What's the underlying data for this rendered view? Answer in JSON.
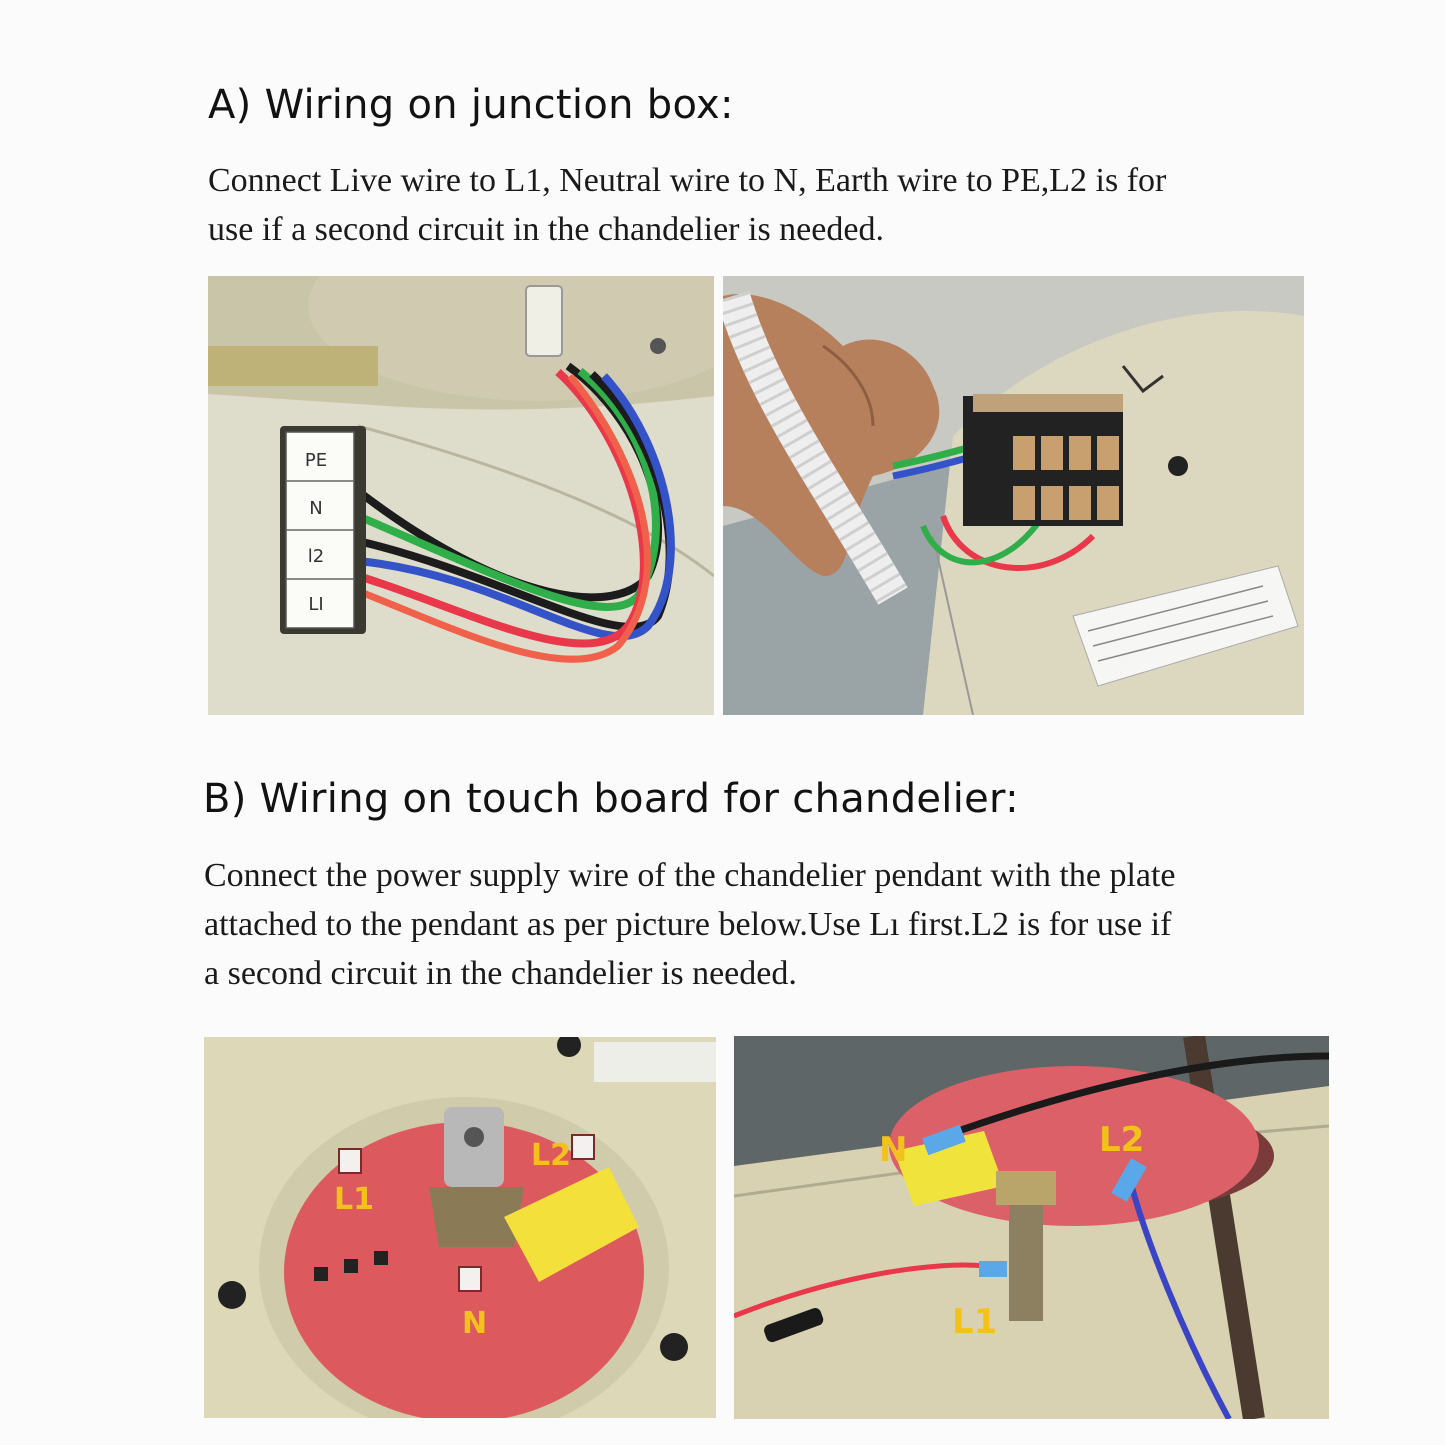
{
  "section_a": {
    "heading": "A) Wiring on junction box:",
    "text_lines": [
      "Connect Live wire to L1, Neutral wire to N, Earth wire to PE,L2 is for",
      "use if a second circuit in the chandelier is needed."
    ],
    "photo1_labels": [
      "PE",
      "N",
      "l2",
      "LI"
    ]
  },
  "section_b": {
    "heading": "B) Wiring on touch board for chandelier:",
    "text_lines": [
      "Connect the  power supply wire of the chandelier pendant with the plate",
      "attached to the pendant as per picture below.Use Lı first.L2 is for use if",
      "a second circuit in the chandelier is needed."
    ],
    "photo3_labels": [
      "L1",
      "L2",
      "N"
    ],
    "photo4_labels": [
      "N",
      "L2",
      "L1"
    ]
  },
  "colors": {
    "label_yellow": "#f2c21a",
    "wire_green": "#2fae4a",
    "wire_red": "#e8384a",
    "wire_blue": "#3553c9",
    "plate_red": "#dc5a5e"
  }
}
